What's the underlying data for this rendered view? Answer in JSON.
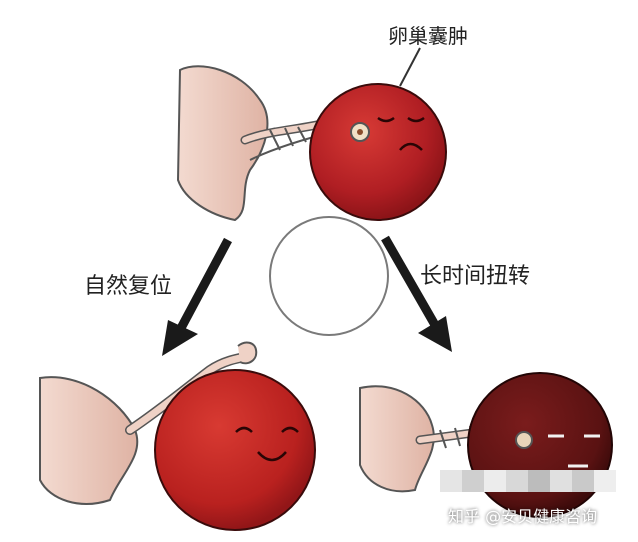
{
  "labels": {
    "cyst": "卵巢囊肿",
    "natural_reset": "自然复位",
    "long_torsion": "长时间扭转"
  },
  "watermark": "知乎 @安贝健康咨询",
  "colors": {
    "cyst_red": "#b01e23",
    "cyst_dark": "#5a1212",
    "tissue_pink": "#e8c8bc",
    "arrow": "#1a1a1a"
  },
  "icons": {
    "top": "worried-cyst-icon",
    "bottom_left": "happy-cyst-icon",
    "bottom_right": "necrotic-cyst-icon",
    "center": "empty-circle"
  }
}
